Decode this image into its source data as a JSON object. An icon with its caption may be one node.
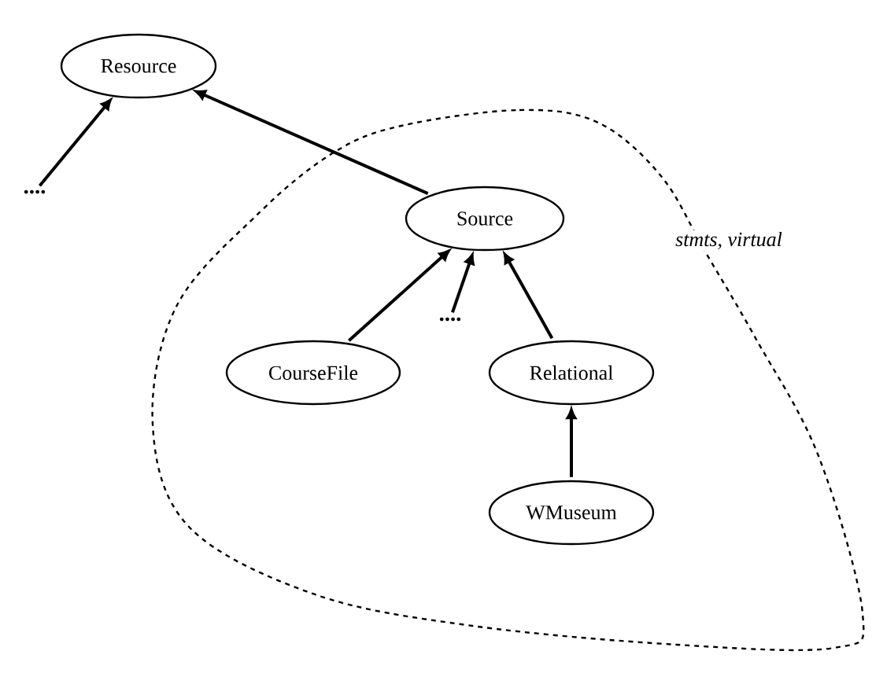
{
  "diagram": {
    "nodes": [
      {
        "text": [
          "Resource"
        ]
      },
      {
        "text": [
          "...."
        ]
      },
      {
        "text": [
          "Source"
        ]
      },
      {
        "text": [
          "...."
        ]
      },
      {
        "text": [
          "CourseFile"
        ]
      },
      {
        "text": [
          "Relational"
        ]
      },
      {
        "text": [
          "WMuseum"
        ]
      }
    ],
    "edges": [
      {
        "from": 1,
        "to": 0,
        "arrow": "to"
      },
      {
        "from": 2,
        "to": 0,
        "arrow": "to"
      },
      {
        "from": 4,
        "to": 2,
        "arrow": "to"
      },
      {
        "from": 3,
        "to": 2,
        "arrow": "to"
      },
      {
        "from": 5,
        "to": 2,
        "arrow": "to"
      },
      {
        "from": 6,
        "to": 5,
        "arrow": "to"
      }
    ],
    "labels": [
      "*stmts, virtual*"
    ]
  }
}
